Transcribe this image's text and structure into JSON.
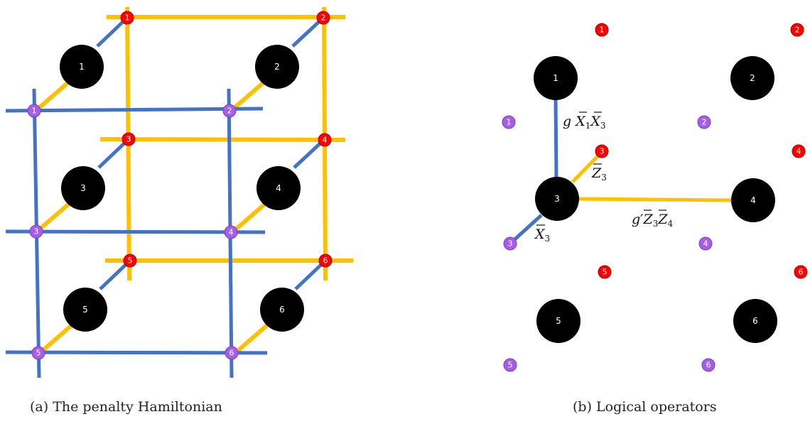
{
  "colors": {
    "blue_edge": "#4472c4",
    "yellow_edge": "#ffc000",
    "red_qubit": "#ff0000",
    "purple_qubit": "#a65ee8",
    "plaquette": "#000000"
  },
  "panel_a": {
    "caption": "(a) The penalty Hamiltonian",
    "plaquettes": [
      "1",
      "2",
      "3",
      "4",
      "5",
      "6"
    ],
    "red_qubits": [
      "1",
      "2",
      "3",
      "4",
      "5",
      "6"
    ],
    "purple_qubits": [
      "1",
      "2",
      "3",
      "4",
      "5",
      "6"
    ]
  },
  "panel_b": {
    "caption": "(b) Logical operators",
    "plaquettes": [
      "1",
      "2",
      "3",
      "4",
      "5",
      "6"
    ],
    "red_qubits": [
      "1",
      "2",
      "3",
      "4",
      "5",
      "6"
    ],
    "purple_qubits": [
      "1",
      "2",
      "3",
      "4",
      "5",
      "6"
    ],
    "operators": {
      "g_prefix": "g ",
      "gp_prefix": "g′",
      "X": "X",
      "Z": "Z",
      "sub1": "1",
      "sub3": "3",
      "sub4": "4"
    }
  }
}
